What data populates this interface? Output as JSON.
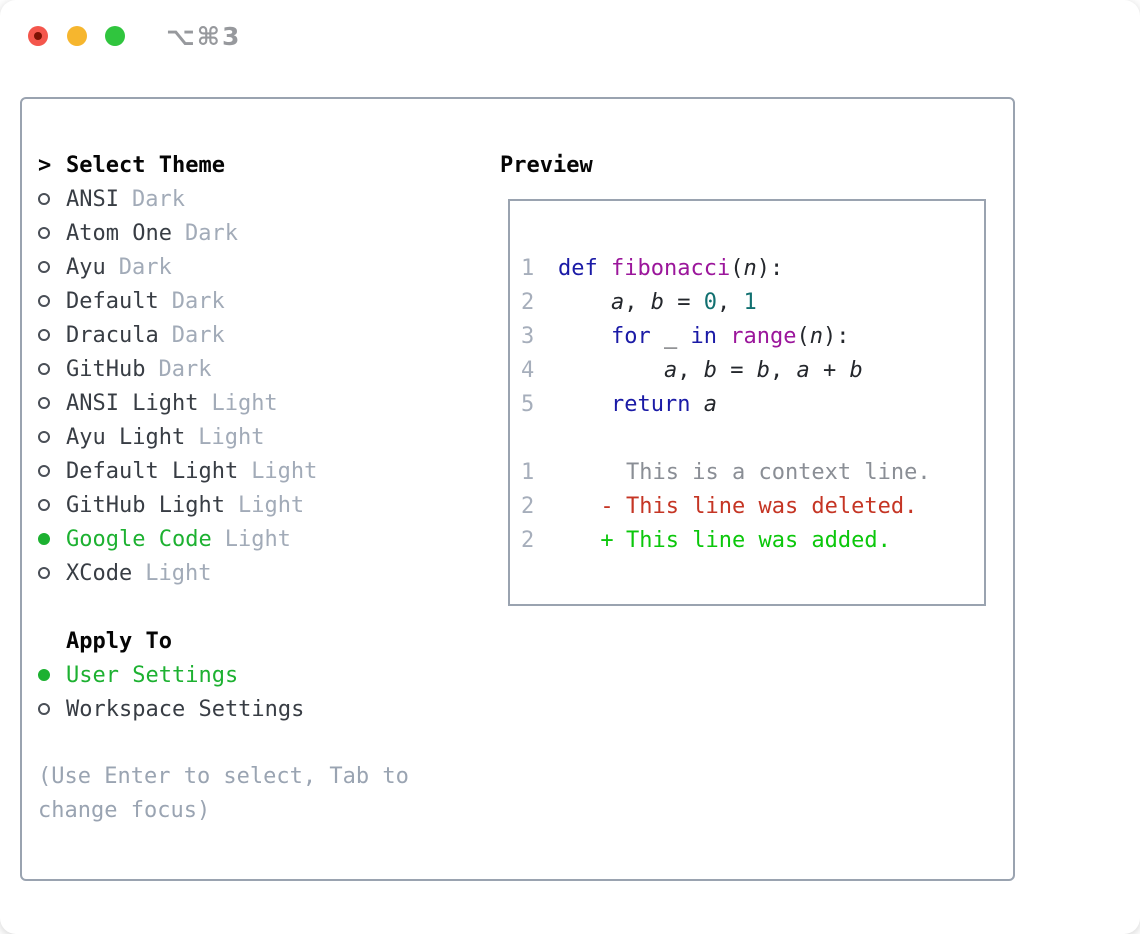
{
  "window": {
    "title": "⌥⌘3",
    "traffic_lights": [
      {
        "name": "close",
        "color": "#f4564c",
        "inner_dot": "#7c1204"
      },
      {
        "name": "minimize",
        "color": "#f6b62e"
      },
      {
        "name": "zoom",
        "color": "#30c53e"
      }
    ]
  },
  "theme_panel": {
    "header": {
      "prompt": ">",
      "label": "Select Theme"
    },
    "themes": [
      {
        "name": "ANSI",
        "variant": "Dark",
        "selected": false
      },
      {
        "name": "Atom One",
        "variant": "Dark",
        "selected": false
      },
      {
        "name": "Ayu",
        "variant": "Dark",
        "selected": false
      },
      {
        "name": "Default",
        "variant": "Dark",
        "selected": false
      },
      {
        "name": "Dracula",
        "variant": "Dark",
        "selected": false
      },
      {
        "name": "GitHub",
        "variant": "Dark",
        "selected": false
      },
      {
        "name": "ANSI Light",
        "variant": "Light",
        "selected": false
      },
      {
        "name": "Ayu Light",
        "variant": "Light",
        "selected": false
      },
      {
        "name": "Default Light",
        "variant": "Light",
        "selected": false
      },
      {
        "name": "GitHub Light",
        "variant": "Light",
        "selected": false
      },
      {
        "name": "Google Code",
        "variant": "Light",
        "selected": true
      },
      {
        "name": "XCode",
        "variant": "Light",
        "selected": false
      }
    ],
    "apply_to": {
      "label": "Apply To",
      "options": [
        {
          "name": "User Settings",
          "selected": true
        },
        {
          "name": "Workspace Settings",
          "selected": false
        }
      ]
    },
    "help_text": "(Use Enter to select, Tab to change focus)"
  },
  "preview": {
    "label": "Preview",
    "code_lines": [
      {
        "lineno": "1",
        "segments": [
          {
            "c": "kw",
            "t": "def"
          },
          {
            "c": "pln",
            "t": " "
          },
          {
            "c": "fn",
            "t": "fibonacci"
          },
          {
            "c": "pln",
            "t": "("
          },
          {
            "c": "var",
            "t": "n"
          },
          {
            "c": "pln",
            "t": "):"
          }
        ]
      },
      {
        "lineno": "2",
        "segments": [
          {
            "c": "pln",
            "t": "    "
          },
          {
            "c": "var",
            "t": "a"
          },
          {
            "c": "pln",
            "t": ", "
          },
          {
            "c": "var",
            "t": "b"
          },
          {
            "c": "pln",
            "t": " = "
          },
          {
            "c": "num",
            "t": "0"
          },
          {
            "c": "pln",
            "t": ", "
          },
          {
            "c": "num",
            "t": "1"
          }
        ]
      },
      {
        "lineno": "3",
        "segments": [
          {
            "c": "pln",
            "t": "    "
          },
          {
            "c": "kw",
            "t": "for"
          },
          {
            "c": "pln",
            "t": " _ "
          },
          {
            "c": "kw",
            "t": "in"
          },
          {
            "c": "pln",
            "t": " "
          },
          {
            "c": "fn",
            "t": "range"
          },
          {
            "c": "pln",
            "t": "("
          },
          {
            "c": "var",
            "t": "n"
          },
          {
            "c": "pln",
            "t": "):"
          }
        ]
      },
      {
        "lineno": "4",
        "segments": [
          {
            "c": "pln",
            "t": "        "
          },
          {
            "c": "var",
            "t": "a"
          },
          {
            "c": "pln",
            "t": ", "
          },
          {
            "c": "var",
            "t": "b"
          },
          {
            "c": "pln",
            "t": " = "
          },
          {
            "c": "var",
            "t": "b"
          },
          {
            "c": "pln",
            "t": ", "
          },
          {
            "c": "var",
            "t": "a"
          },
          {
            "c": "pln",
            "t": " + "
          },
          {
            "c": "var",
            "t": "b"
          }
        ]
      },
      {
        "lineno": "5",
        "segments": [
          {
            "c": "pln",
            "t": "    "
          },
          {
            "c": "kw",
            "t": "return"
          },
          {
            "c": "pln",
            "t": " "
          },
          {
            "c": "var",
            "t": "a"
          }
        ]
      }
    ],
    "diff_lines": [
      {
        "lineno": "1",
        "marker": " ",
        "text": "This is a context line.",
        "type": "context"
      },
      {
        "lineno": "2",
        "marker": "-",
        "text": "This line was deleted.",
        "type": "deleted"
      },
      {
        "lineno": "2",
        "marker": "+",
        "text": "This line was added.",
        "type": "added"
      }
    ]
  },
  "colors": {
    "panel_border": "#9aa3b0",
    "selection_green": "#1db131",
    "variant_gray": "#a2abb8",
    "help_gray": "#9aa4b2",
    "code_keyword": "#1a1aa6",
    "code_function": "#9b169b",
    "code_number": "#117070",
    "code_plain": "#24272c",
    "line_number": "#a6aebb",
    "diff_context": "#8a8e95",
    "diff_deleted": "#c53524",
    "diff_added": "#0bc70b"
  }
}
